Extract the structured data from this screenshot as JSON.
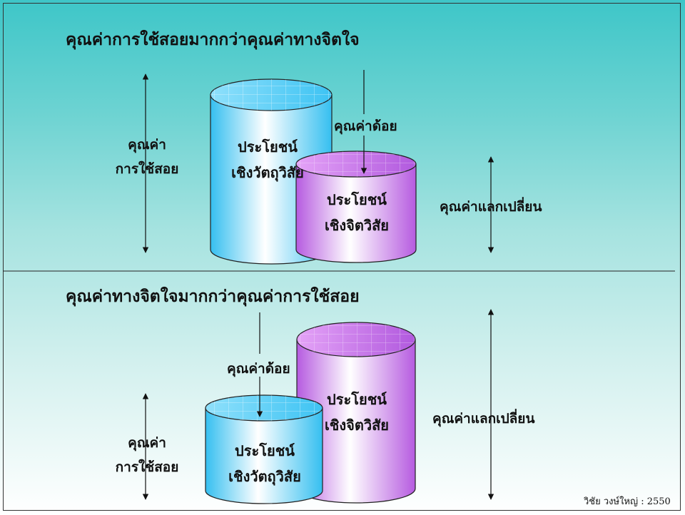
{
  "top": {
    "title": "คุณค่าการใช้สอยมากกว่าคุณค่าทางจิตใจ",
    "use_value_line1": "คุณค่า",
    "use_value_line2": "การใช้สอย",
    "material_line1": "ประโยชน์",
    "material_line2": "เชิงวัตถุวิสัย",
    "lesser_value": "คุณค่าด้อย",
    "mental_line1": "ประโยชน์",
    "mental_line2": "เชิงจิตวิสัย",
    "exchange_value": "คุณค่าแลกเปลี่ยน"
  },
  "bottom": {
    "title": "คุณค่าทางจิตใจมากกว่าคุณค่าการใช้สอย",
    "lesser_value": "คุณค่าด้อย",
    "mental_line1": "ประโยชน์",
    "mental_line2": "เชิงจิตวิสัย",
    "exchange_value": "คุณค่าแลกเปลี่ยน",
    "use_value_line1": "คุณค่า",
    "use_value_line2": "การใช้สอย",
    "material_line1": "ประโยชน์",
    "material_line2": "เชิงวัตถุวิสัย"
  },
  "footer": "วิชัย วงษ์ใหญ่ : 2550",
  "colors": {
    "background_top": "#3ec6c8",
    "background_bottom": "#ffffff",
    "material_cylinder": "#4fc8f0",
    "mental_cylinder": "#c66be8"
  }
}
